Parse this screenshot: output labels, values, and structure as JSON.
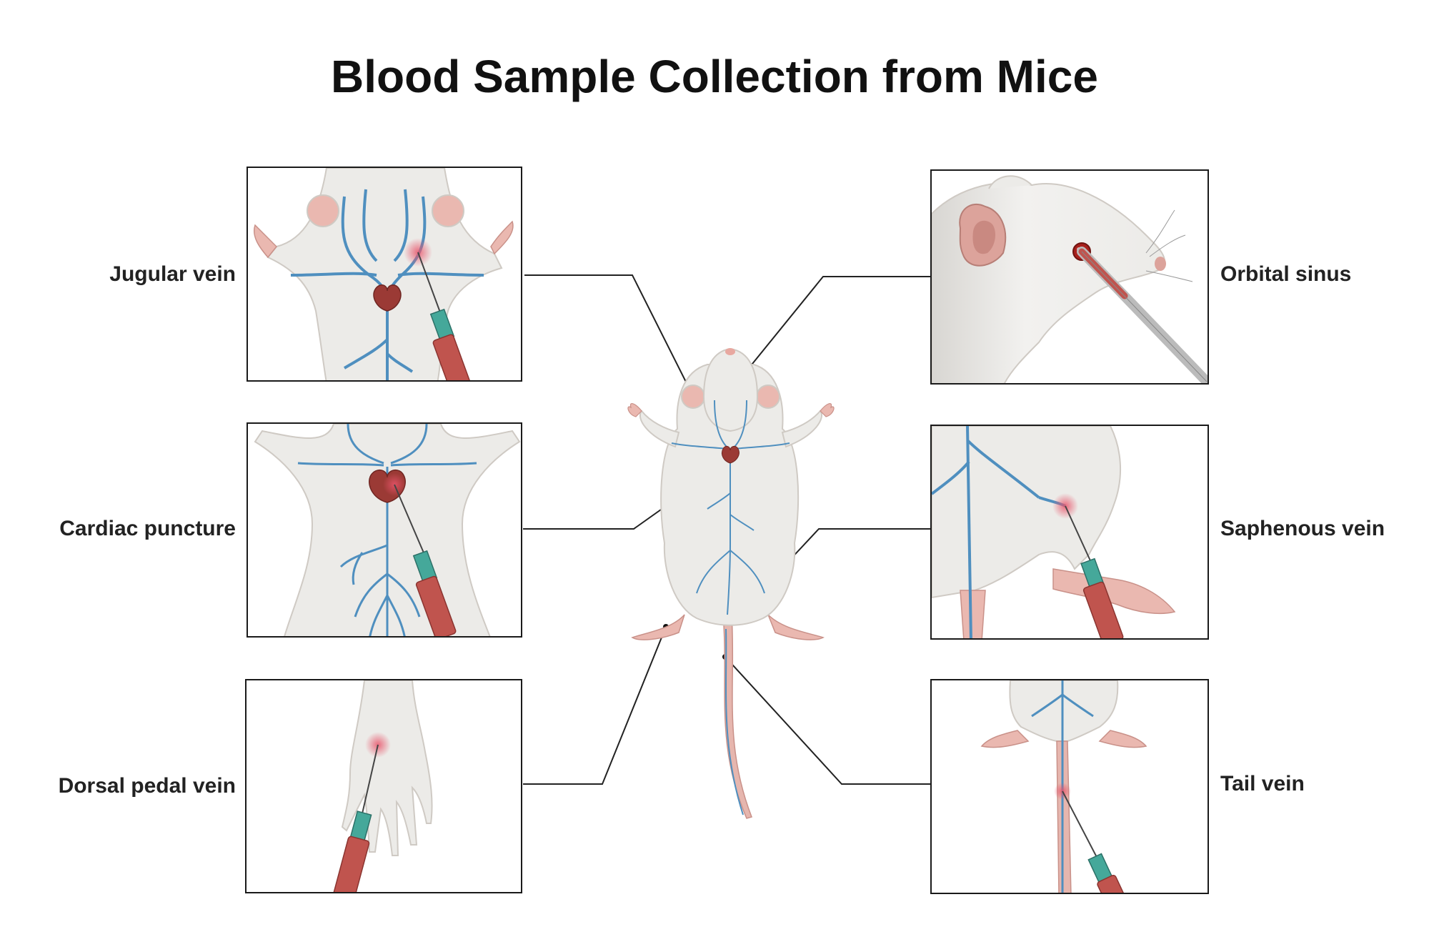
{
  "title": "Blood Sample Collection from Mice",
  "sites": {
    "jugular": "Jugular vein",
    "cardiac": "Cardiac puncture",
    "dorsal_pedal": "Dorsal pedal vein",
    "orbital": "Orbital sinus",
    "saphenous": "Saphenous vein",
    "tail": "Tail vein"
  },
  "colors": {
    "fur": "#ecebe8",
    "fur_edge": "#cfcac4",
    "vein": "#4f8fbf",
    "heart": "#9b3a35",
    "pink": "#e8b6ae",
    "syringe_red": "#c0544e",
    "needle_hub": "#45a89a",
    "line": "#222222"
  }
}
